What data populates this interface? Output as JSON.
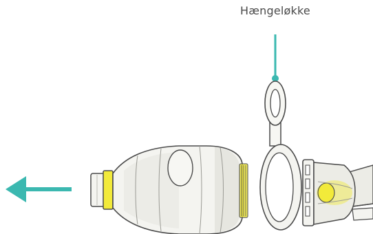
{
  "callout": {
    "label": "Hængeløkke"
  },
  "colors": {
    "accent_teal": "#3bb8b0",
    "outline": "#4a4a4a",
    "band_yellow": "#f2ea3a",
    "bag_fill": "#f4f4f0",
    "shade": "#e2e2dc"
  },
  "parts": [
    "bag",
    "hanging-loop",
    "valve-housing",
    "removal-arrow"
  ]
}
